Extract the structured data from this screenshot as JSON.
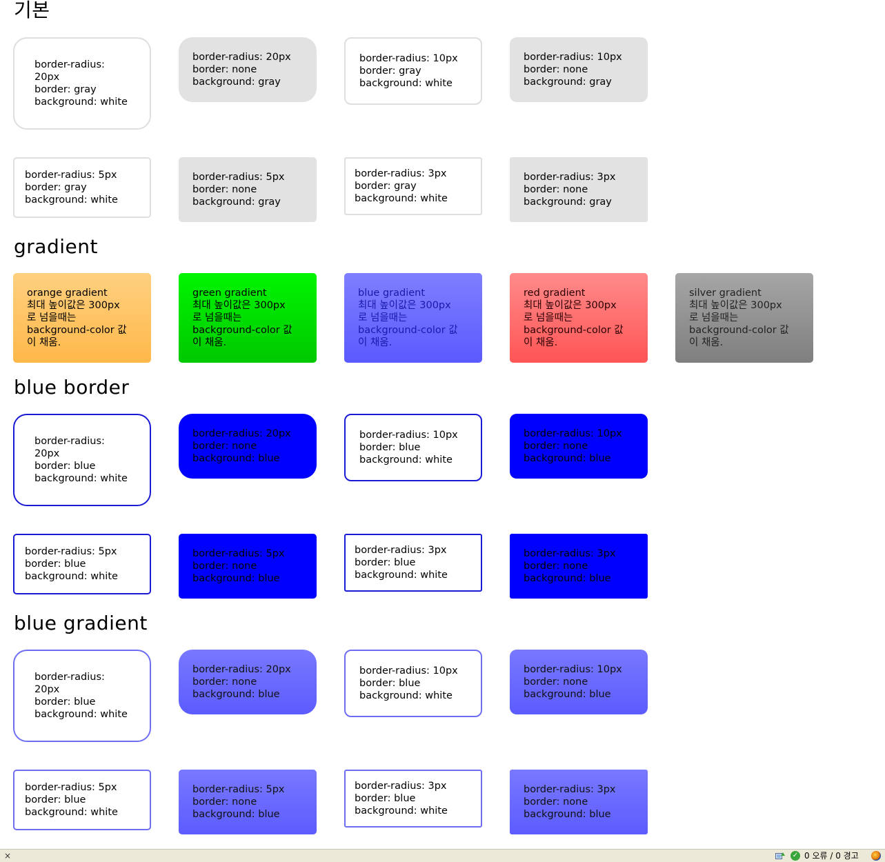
{
  "sections": {
    "basic": {
      "title": "기본",
      "row1": [
        "border-radius:\n20px\nborder: gray\nbackground: white",
        "border-radius: 20px\nborder: none\nbackground: gray",
        "border-radius: 10px\nborder: gray\nbackground: white",
        "border-radius: 10px\nborder: none\nbackground: gray"
      ],
      "row2": [
        "border-radius: 5px\nborder: gray\nbackground: white",
        "border-radius: 5px\nborder: none\nbackground: gray",
        "border-radius: 3px\nborder: gray\nbackground: white",
        "border-radius: 3px\nborder: none\nbackground: gray"
      ]
    },
    "gradient": {
      "title": "gradient",
      "items": [
        "orange gradient\n최대 높이값은 300px\n로 넘을때는\nbackground-color 값\n이 채움.",
        "green gradient\n최대 높이값은 300px\n로 넘을때는\nbackground-color 값\n이 채움.",
        "blue gradient\n최대 높이값은 300px\n로 넘을때는\nbackground-color 값\n이 채움.",
        "red gradient\n최대 높이값은 300px\n로 넘을때는\nbackground-color 값\n이 채움.",
        "silver gradient\n최대 높이값은 300px\n로 넘을때는\nbackground-color 값\n이 채움."
      ]
    },
    "blue_border": {
      "title": "blue border",
      "row1": [
        "border-radius:\n20px\nborder: blue\nbackground: white",
        "border-radius: 20px\nborder: none\nbackground: blue",
        "border-radius: 10px\nborder: blue\nbackground: white",
        "border-radius: 10px\nborder: none\nbackground: blue"
      ],
      "row2": [
        "border-radius: 5px\nborder: blue\nbackground: white",
        "border-radius: 5px\nborder: none\nbackground: blue",
        "border-radius: 3px\nborder: blue\nbackground: white",
        "border-radius: 3px\nborder: none\nbackground: blue"
      ]
    },
    "blue_gradient": {
      "title": "blue gradient",
      "row1": [
        "border-radius:\n20px\nborder: blue\nbackground: white",
        "border-radius: 20px\nborder: none\nbackground: blue",
        "border-radius: 10px\nborder: blue\nbackground: white",
        "border-radius: 10px\nborder: none\nbackground: blue"
      ],
      "row2": [
        "border-radius: 5px\nborder: blue\nbackground: white",
        "border-radius: 5px\nborder: none\nbackground: blue",
        "border-radius: 3px\nborder: blue\nbackground: white",
        "border-radius: 3px\nborder: none\nbackground: blue"
      ]
    }
  },
  "statusbar": {
    "close_glyph": "×",
    "status_text": "0 오류 / 0 경고",
    "icons": [
      "addon-icon",
      "check-ok-icon",
      "firefox-icon"
    ]
  },
  "colors": {
    "gray_border": "#dedede",
    "gray_bg": "#e2e2e2",
    "blue": "#0000ff",
    "blue_gradient": "#6e6eff",
    "orange": "#ffc766",
    "green": "#00dd00",
    "red": "#ff6f6f",
    "silver": "#919191"
  }
}
